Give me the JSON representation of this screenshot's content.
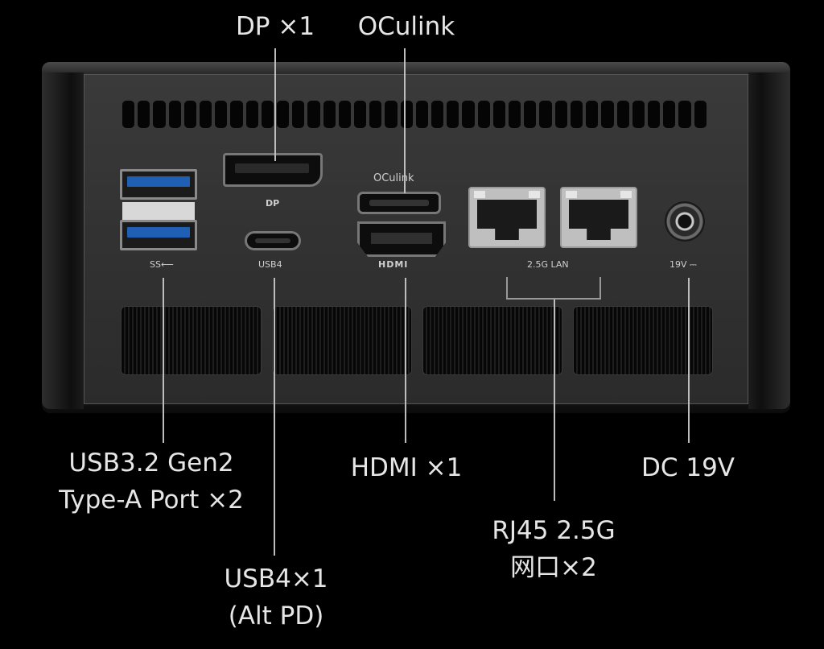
{
  "callouts": {
    "dp": "DP ×1",
    "oculink": "OCulink",
    "usb32_line1": "USB3.2 Gen2",
    "usb32_line2": "Type-A Port ×2",
    "hdmi": "HDMI ×1",
    "dc": "DC 19V",
    "rj45_line1": "RJ45 2.5G",
    "rj45_line2": "网口×2",
    "usb4_line1": "USB4×1",
    "usb4_line2": "(Alt PD)"
  },
  "port_labels": {
    "dp": "DP",
    "oculink": "OCulink",
    "usb_ss": "SS⟵",
    "usb4": "USB4",
    "hdmi": "HDMI",
    "lan": "2.5G LAN",
    "dc": "19V ⎓"
  },
  "colors": {
    "background": "#000000",
    "usb3_blue": "#1f5fb4",
    "label_text": "#e6e6e6"
  }
}
